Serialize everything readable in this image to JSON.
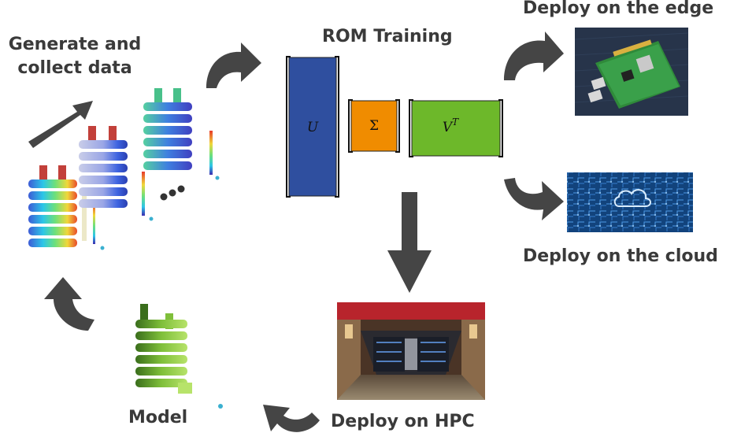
{
  "labels": {
    "generate_line1": "Generate and",
    "generate_line2": "collect data",
    "rom_training": "ROM Training",
    "deploy_edge": "Deploy on the edge",
    "deploy_cloud": "Deploy on the cloud",
    "deploy_hpc": "Deploy on HPC",
    "model": "Model"
  },
  "svd": {
    "u": "U",
    "sigma": "Σ",
    "v": "V",
    "v_sup": "T"
  },
  "colors": {
    "u_block": "#2f4f9f",
    "sigma_block": "#f08c00",
    "v_block": "#6db82a",
    "arrow": "#454545",
    "label": "#3a3a3a"
  }
}
